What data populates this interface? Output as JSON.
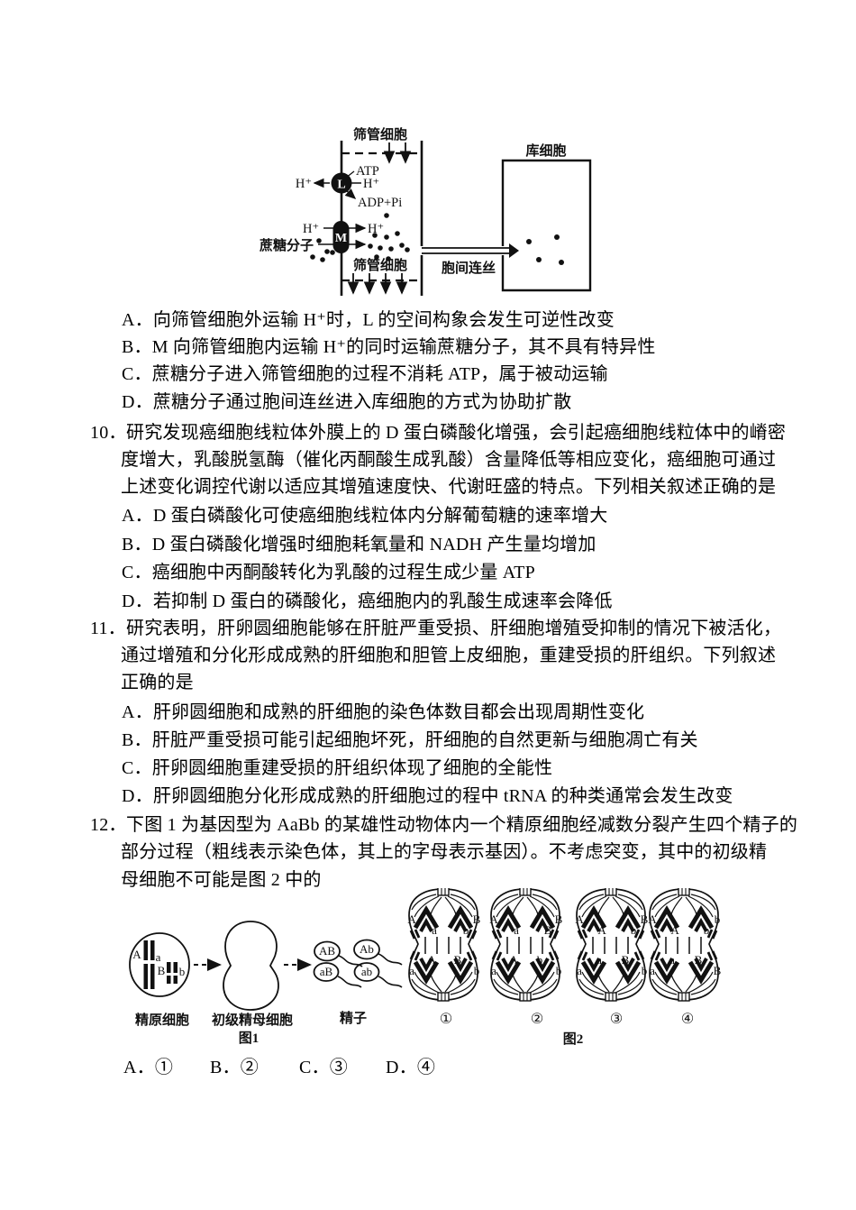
{
  "diagram": {
    "sieve_top": "筛管细胞",
    "sieve_bottom": "筛管细胞",
    "sink": "库细胞",
    "plasmodesmata": "胞间连丝",
    "sucrose": "蔗糖分子",
    "atp": "ATP",
    "adp": "ADP+Pi",
    "h1": "H⁺",
    "h2": "H⁺",
    "h3": "H⁺",
    "h4": "H⁺",
    "L": "L",
    "M": "M"
  },
  "q9": {
    "options": [
      "A．向筛管细胞外运输 H⁺时，L 的空间构象会发生可逆性改变",
      "B．M 向筛管细胞内运输 H⁺的同时运输蔗糖分子，其不具有特异性",
      "C．蔗糖分子进入筛管细胞的过程不消耗 ATP，属于被动运输",
      "D．蔗糖分子通过胞间连丝进入库细胞的方式为协助扩散"
    ]
  },
  "q10": {
    "number": "10．",
    "stem": [
      "研究发现癌细胞线粒体外膜上的 D 蛋白磷酸化增强，会引起癌细胞线粒体中的嵴密",
      "度增大，乳酸脱氢酶（催化丙酮酸生成乳酸）含量降低等相应变化，癌细胞可通过",
      "上述变化调控代谢以适应其增殖速度快、代谢旺盛的特点。下列相关叙述正确的是"
    ],
    "options": [
      "A．D 蛋白磷酸化可使癌细胞线粒体内分解葡萄糖的速率增大",
      "B．D 蛋白磷酸化增强时细胞耗氧量和 NADH 产生量均增加",
      "C．癌细胞中丙酮酸转化为乳酸的过程生成少量 ATP",
      "D．若抑制 D 蛋白的磷酸化，癌细胞内的乳酸生成速率会降低"
    ]
  },
  "q11": {
    "number": "11．",
    "stem": [
      "研究表明，肝卵圆细胞能够在肝脏严重受损、肝细胞增殖受抑制的情况下被活化，",
      "通过增殖和分化形成成熟的肝细胞和胆管上皮细胞，重建受损的肝组织。下列叙述",
      "正确的是"
    ],
    "options": [
      "A．肝卵圆细胞和成熟的肝细胞的染色体数目都会出现周期性变化",
      "B．肝脏严重受损可能引起细胞坏死，肝细胞的自然更新与细胞凋亡有关",
      "C．肝卵圆细胞重建受损的肝组织体现了细胞的全能性",
      "D．肝卵圆细胞分化形成成熟的肝细胞过的程中 tRNA 的种类通常会发生改变"
    ]
  },
  "q12": {
    "number": "12．",
    "stem": [
      "下图 1 为基因型为 AaBb 的某雄性动物体内一个精原细胞经减数分裂产生四个精子的",
      "部分过程（粗线表示染色体，其上的字母表示基因）。不考虑突变，其中的初级精",
      "母细胞不可能是图 2 中的"
    ],
    "figure1": {
      "spermatogonium_label": "精原细胞",
      "primary_spermatocyte_label": "初级精母细胞",
      "sperm_label": "精子",
      "caption": "图1",
      "chr": {
        "A": "A",
        "a": "a",
        "B": "B",
        "b": "b"
      },
      "sperm": [
        "AB",
        "aB",
        "Ab",
        "ab"
      ]
    },
    "figure2": {
      "caption": "图2",
      "cells": [
        {
          "num": "①",
          "tl_outer": "A",
          "tl_inner": "a",
          "tr_outer": "B",
          "tr_inner": "b",
          "bl_outer": "a",
          "bl_inner": "A",
          "br_inner": "B",
          "br_outer": "b"
        },
        {
          "num": "②",
          "tl_outer": "A",
          "tl_inner": "a",
          "tr_outer": "B",
          "tr_inner": "B",
          "bl_outer": "a",
          "bl_inner": "A",
          "br_inner": "b",
          "br_outer": "b"
        },
        {
          "num": "③",
          "tl_outer": "A",
          "tl_inner": "A",
          "tr_outer": "B",
          "tr_inner": "b",
          "bl_outer": "a",
          "bl_inner": "a",
          "br_inner": "B",
          "br_outer": "b"
        },
        {
          "num": "④",
          "tl_outer": "A",
          "tl_inner": "A",
          "tr_outer": "b",
          "tr_inner": "b",
          "bl_outer": "a",
          "bl_inner": "a",
          "br_inner": "B",
          "br_outer": "B"
        }
      ]
    },
    "answers": [
      "A．①",
      "B．②",
      "C．③",
      "D．④"
    ]
  }
}
